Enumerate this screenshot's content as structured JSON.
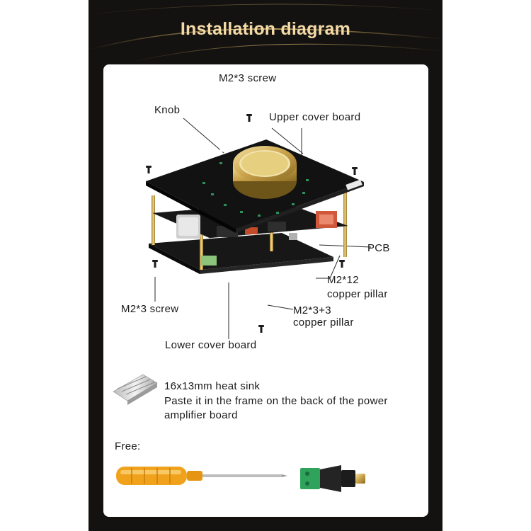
{
  "title": "Installation diagram",
  "labels": {
    "top_screw": "M2*3 screw",
    "knob": "Knob",
    "upper_cover": "Upper cover board",
    "pcb": "PCB",
    "pillar12_line1": "M2*12",
    "pillar12_line2": "copper pillar",
    "bottom_screw": "M2*3 screw",
    "pillar33_line1": "M2*3+3",
    "pillar33_line2": "copper pillar",
    "lower_cover": "Lower cover board"
  },
  "heat_sink": {
    "title": "16x13mm heat sink",
    "description_line1": "Paste it in the frame on the back of the power",
    "description_line2": "amplifier board"
  },
  "free": {
    "label": "Free:"
  },
  "colors": {
    "frame": "#141211",
    "title": "#f3d9a6",
    "gold_accent": "#c9a24a",
    "board": "#1c1c1c",
    "screwdriver_handle": "#f0a21c",
    "terminal_green": "#2fa35b"
  },
  "icons": [
    "screw-icon",
    "knob-icon",
    "heat-sink-icon",
    "screwdriver-icon",
    "dc-connector-icon"
  ]
}
